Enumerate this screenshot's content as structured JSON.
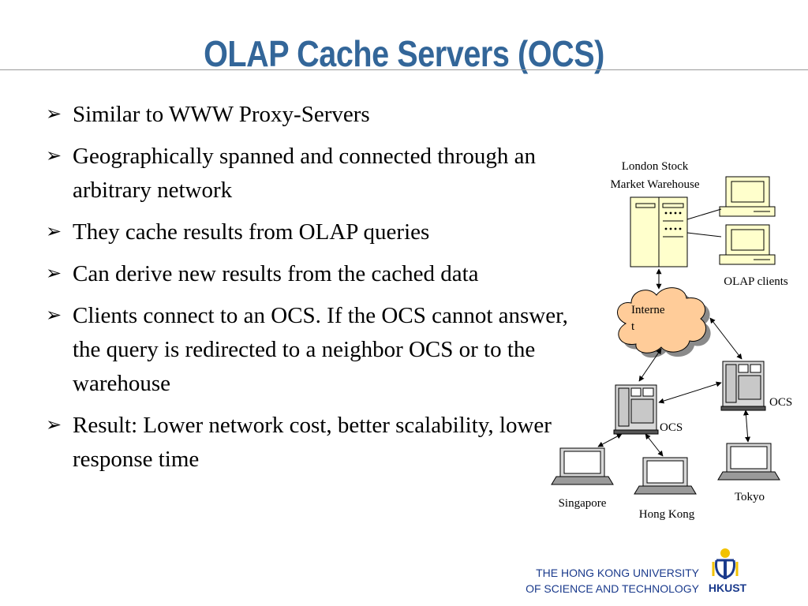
{
  "title": "OLAP Cache Servers (OCS)",
  "bullet_marker": "➢",
  "bullets": [
    "Similar to WWW Proxy-Servers",
    "Geographically spanned and connected through an arbitrary network",
    "They cache results from OLAP queries",
    "Can derive new results from the cached data",
    "Clients connect to an OCS. If the OCS cannot answer, the query is redirected to a neighbor OCS or to the warehouse",
    "Result: Lower network cost, better scalability, lower response time"
  ],
  "diagram": {
    "warehouse_label_line1": "London Stock",
    "warehouse_label_line2": "Market Warehouse",
    "clients_label": "OLAP clients",
    "internet_label_line1": "Interne",
    "internet_label_line2": "t",
    "ocs_left_label": "OCS",
    "ocs_right_label": "OCS",
    "singapore_label": "Singapore",
    "hongkong_label": "Hong Kong",
    "tokyo_label": "Tokyo"
  },
  "footer": {
    "line1": "THE HONG KONG UNIVERSITY",
    "line2": "OF SCIENCE AND TECHNOLOGY",
    "logo_text": "HKUST"
  },
  "colors": {
    "title": "#336699",
    "server_fill": "#ffffcc",
    "cloud_fill": "#ffcc99",
    "footer": "#1a3a8c"
  }
}
